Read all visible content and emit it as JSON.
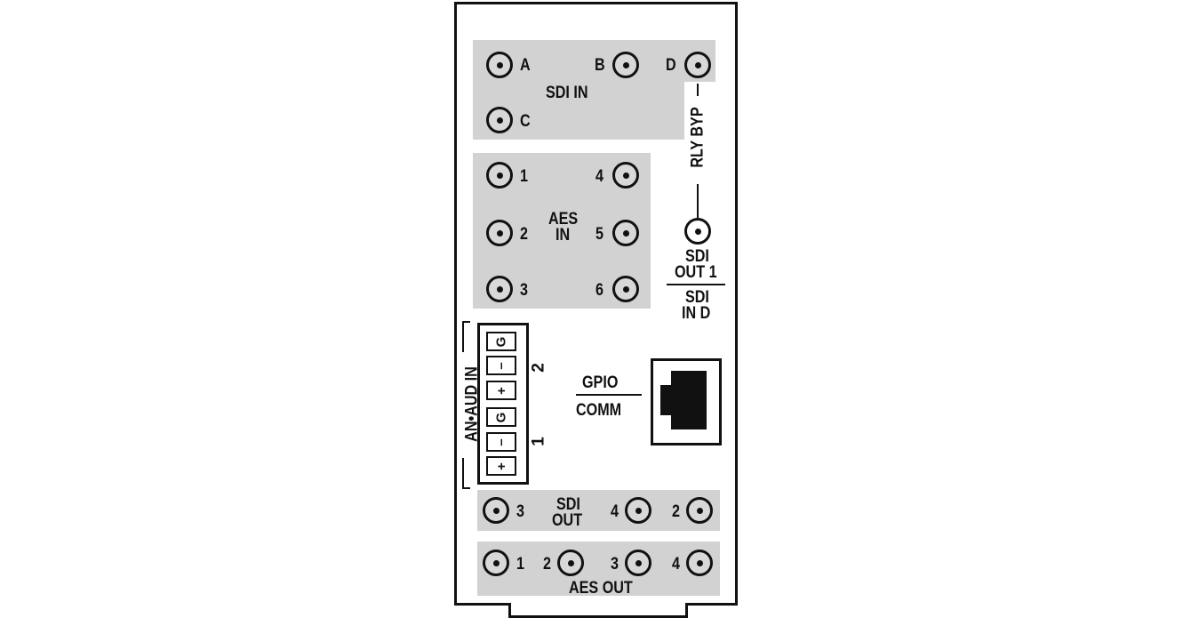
{
  "panel": {
    "sdi_in": {
      "label": "SDI IN",
      "connectors": [
        {
          "id": "A",
          "label": "A"
        },
        {
          "id": "B",
          "label": "B"
        },
        {
          "id": "C",
          "label": "C"
        },
        {
          "id": "D",
          "label": "D"
        }
      ]
    },
    "relay_bypass": {
      "label": "RLY BYP"
    },
    "aes_in": {
      "label_line1": "AES",
      "label_line2": "IN",
      "connectors": [
        {
          "label": "1"
        },
        {
          "label": "2"
        },
        {
          "label": "3"
        },
        {
          "label": "4"
        },
        {
          "label": "5"
        },
        {
          "label": "6"
        }
      ]
    },
    "sdi_out1": {
      "line1": "SDI",
      "line2": "OUT 1",
      "line3": "SDI",
      "line4": "IN D"
    },
    "analog_audio_in": {
      "label": "AN•AUD IN",
      "channel_1": "1",
      "channel_2": "2",
      "pins": [
        "G",
        "–",
        "+",
        "G",
        "–",
        "+"
      ]
    },
    "gpio": {
      "line1": "GPIO",
      "line2": "COMM"
    },
    "sdi_out": {
      "label_line1": "SDI",
      "label_line2": "OUT",
      "connectors": [
        {
          "label": "3"
        },
        {
          "label": "4"
        },
        {
          "label": "2"
        }
      ]
    },
    "aes_out": {
      "label": "AES OUT",
      "connectors": [
        {
          "label": "1"
        },
        {
          "label": "2"
        },
        {
          "label": "3"
        },
        {
          "label": "4"
        }
      ]
    }
  },
  "colors": {
    "panel_gray": "#d2d2d2",
    "line": "#111111",
    "background": "#ffffff"
  }
}
